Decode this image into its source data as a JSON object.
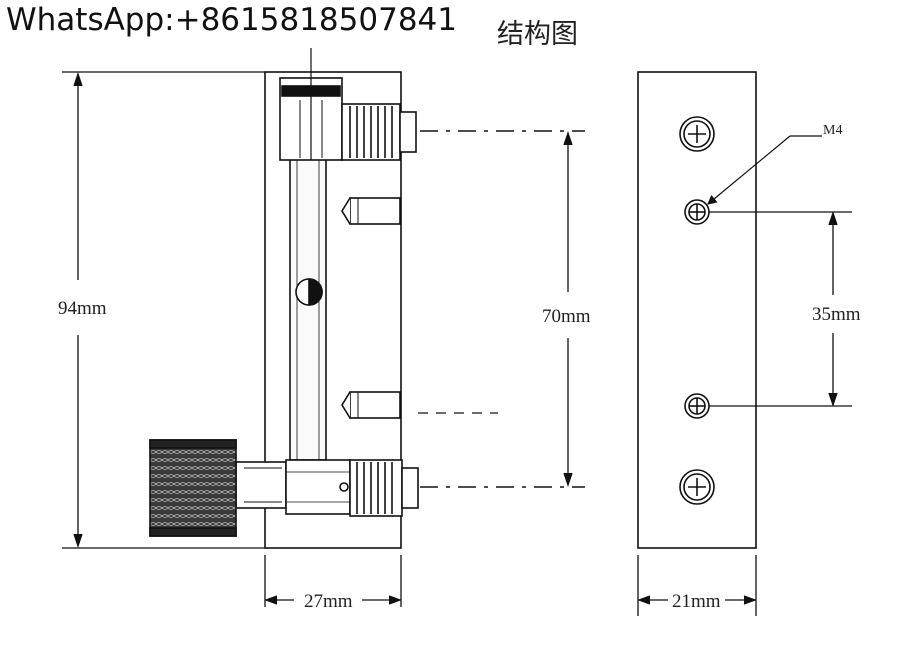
{
  "header": {
    "contact": "WhatsApp:+8615818507841",
    "title": "结构图"
  },
  "dimensions": {
    "overall_height": "94mm",
    "port_spacing": "70mm",
    "hole_spacing": "35mm",
    "front_width": "27mm",
    "side_width": "21mm",
    "thread_callout": "M4"
  },
  "colors": {
    "line": "#111111",
    "body": "#ffffff",
    "knob": "#2a2a2a"
  }
}
